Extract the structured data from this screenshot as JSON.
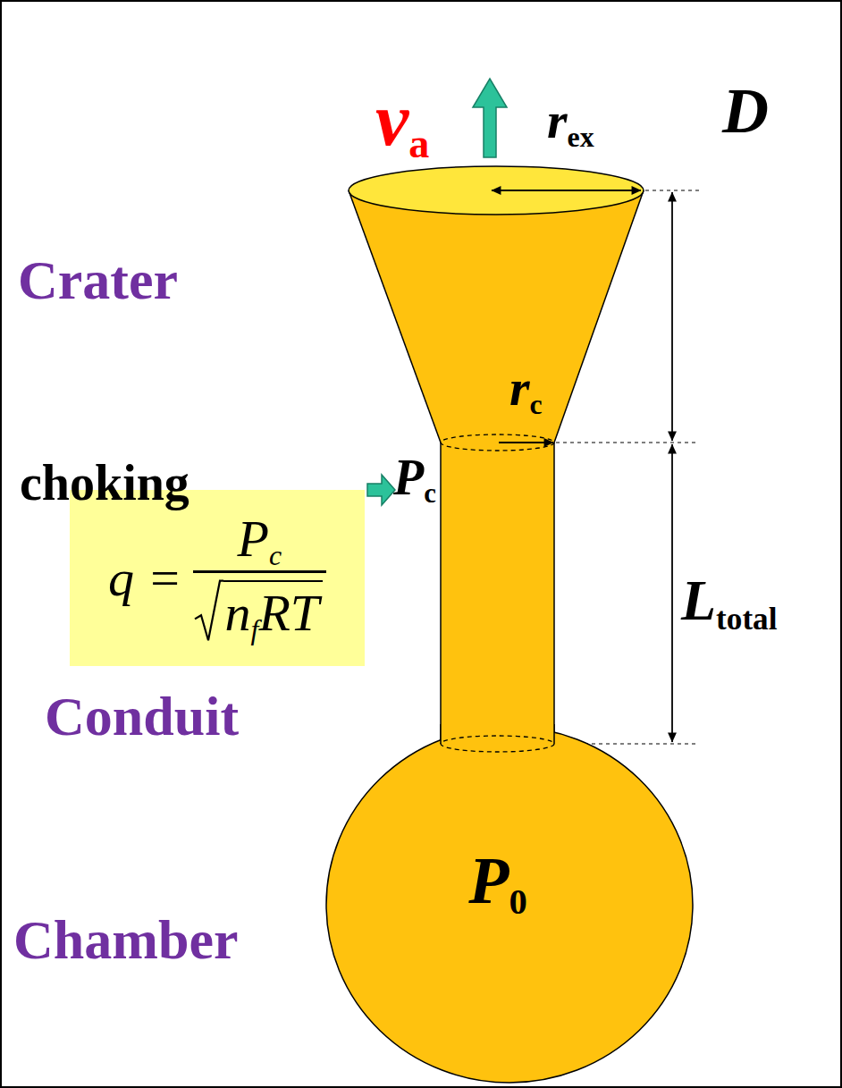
{
  "diagram": {
    "nodes": [
      {
        "text": [
          "q =",
          "Pc",
          "nfRT"
        ]
      },
      {
        "text": [
          "P0"
        ]
      }
    ],
    "labels": [
      "va",
      "rex",
      "D",
      "Crater",
      "rc",
      "choking",
      "Pc",
      "Ltotal",
      "Conduit",
      "Chamber"
    ]
  }
}
